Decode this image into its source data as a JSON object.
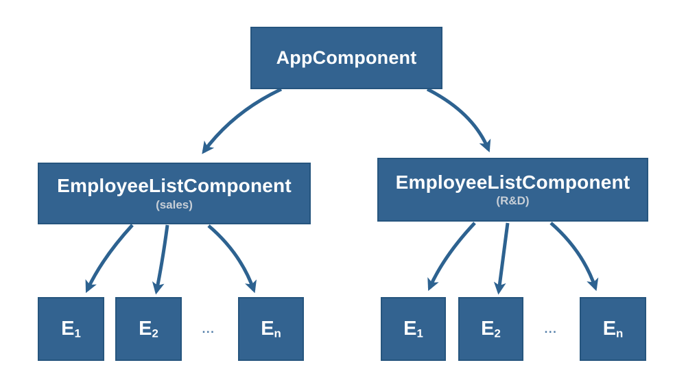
{
  "colors": {
    "background": "#ffffff",
    "node_fill": "#336390",
    "node_border": "#26557e",
    "arrow": "#2d6290",
    "title_text": "#ffffff",
    "subtitle_text": "#c8cfd7",
    "ellipsis_text": "#4c79a5"
  },
  "root": {
    "label": "AppComponent"
  },
  "branches": [
    {
      "label": "EmployeeListComponent",
      "sublabel": "(sales)",
      "ellipsis": "...",
      "children": [
        {
          "base": "E",
          "sub": "1"
        },
        {
          "base": "E",
          "sub": "2"
        },
        {
          "base": "E",
          "sub": "n"
        }
      ]
    },
    {
      "label": "EmployeeListComponent",
      "sublabel": "(R&D)",
      "ellipsis": "...",
      "children": [
        {
          "base": "E",
          "sub": "1"
        },
        {
          "base": "E",
          "sub": "2"
        },
        {
          "base": "E",
          "sub": "n"
        }
      ]
    }
  ]
}
